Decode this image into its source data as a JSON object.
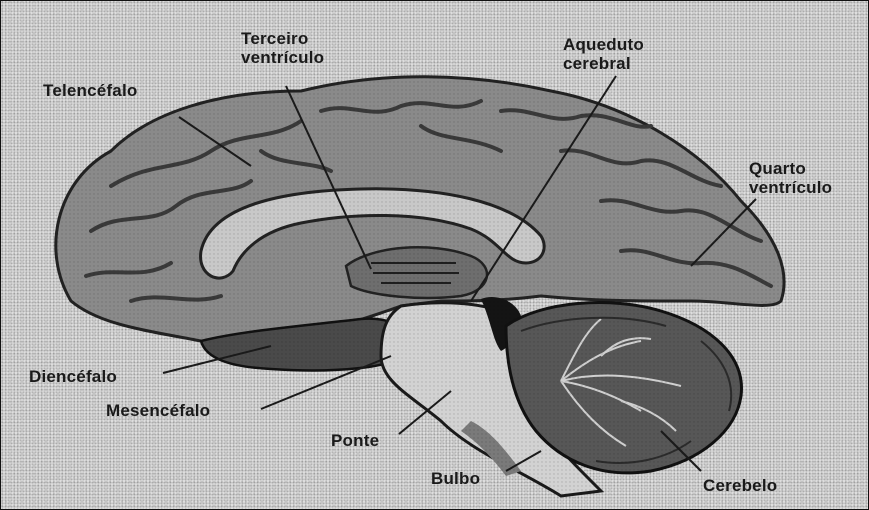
{
  "labels": {
    "terceiro_ventriculo": [
      "Terceiro",
      "ventrículo"
    ],
    "aqueduto_cerebral": [
      "Aqueduto",
      "cerebral"
    ],
    "telencefalo": "Telencéfalo",
    "quarto_ventriculo": [
      "Quarto",
      "ventrículo"
    ],
    "diencefalo": "Diencéfalo",
    "mesencefalo": "Mesencéfalo",
    "ponte": "Ponte",
    "bulbo": "Bulbo",
    "cerebelo": "Cerebelo"
  },
  "colors": {
    "background": "#dcdcdc",
    "cortex": "#8a8a8a",
    "gyri": "#b9b9b9",
    "sulci": "#3a3a3a",
    "brainstem": "#d2d2d2",
    "cerebellum": "#575757",
    "text": "#1a1a1a"
  }
}
